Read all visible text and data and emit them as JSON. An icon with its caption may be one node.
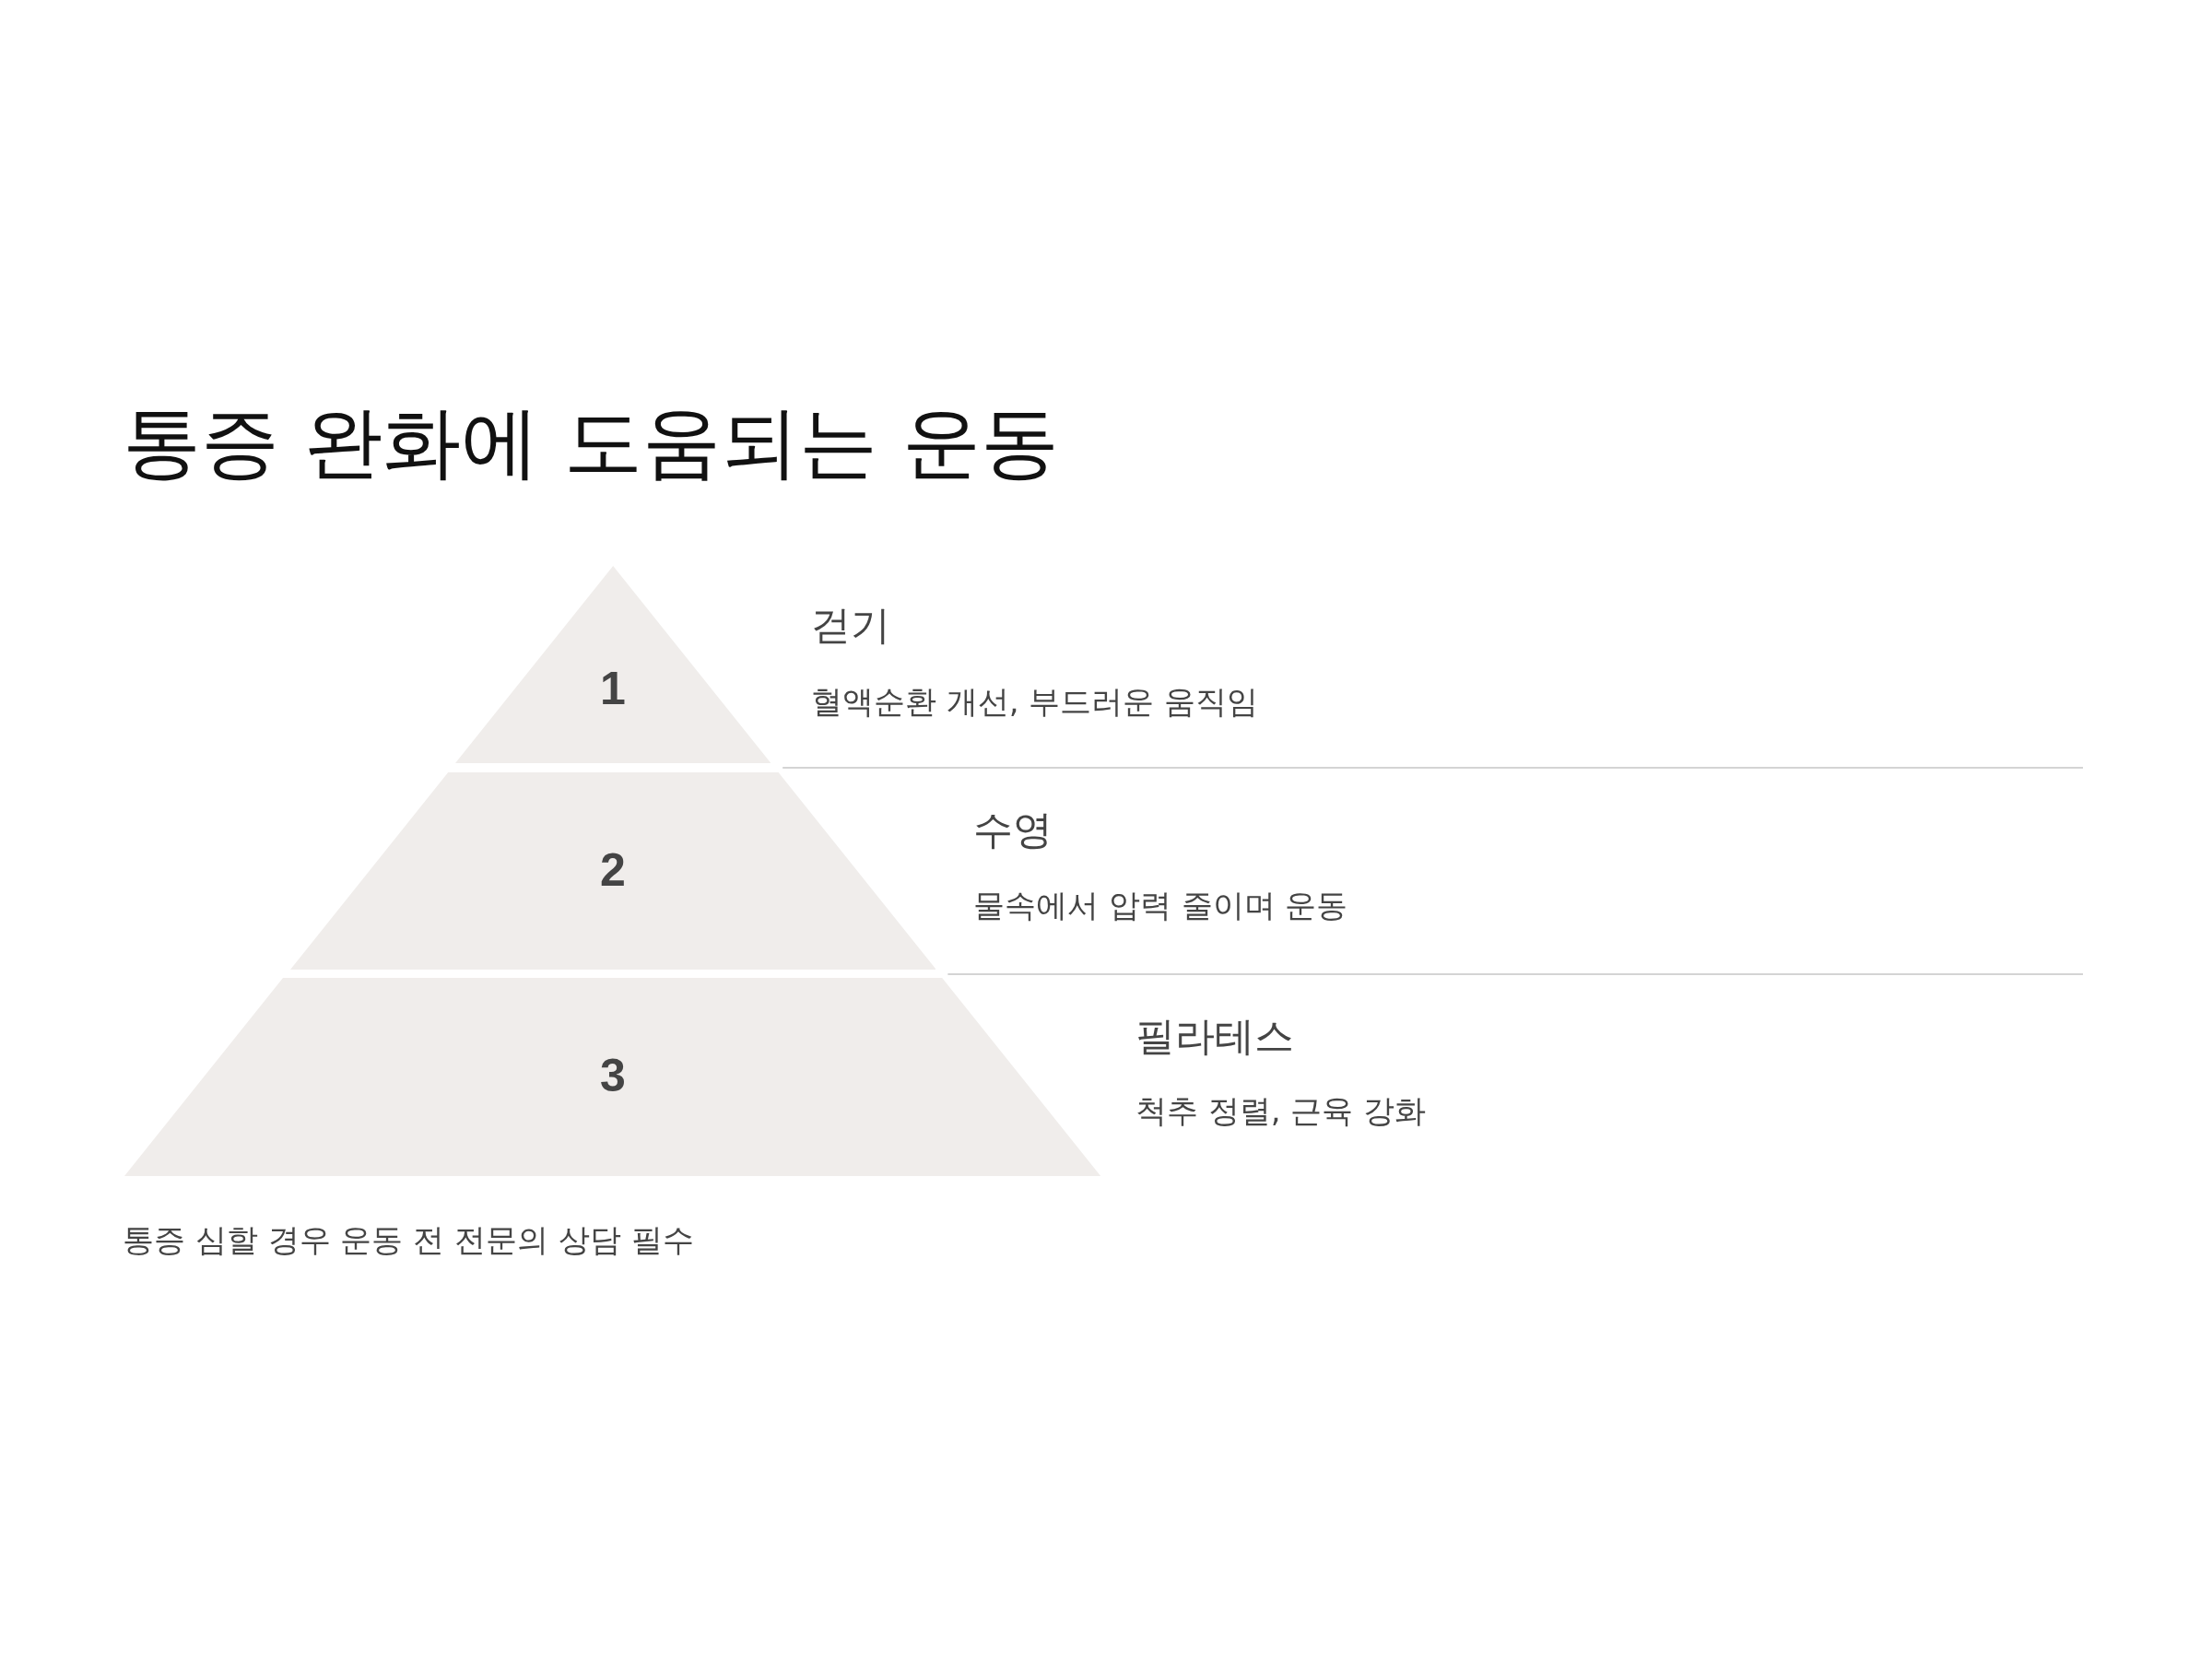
{
  "diagram": {
    "title": "통증 완화에 도움되는 운동",
    "nodes": [
      {
        "text": [
          "1"
        ],
        "beside": [
          "걷기",
          "혈액순환 개선, 부드러운 움직임"
        ]
      },
      {
        "text": [
          "2"
        ],
        "beside": [
          "수영",
          "물속에서 압력 줄이며 운동"
        ]
      },
      {
        "text": [
          "3"
        ],
        "beside": [
          "필라테스",
          "척추 정렬, 근육 강화"
        ]
      }
    ],
    "labels": [
      "통증 심할 경우 운동 전 전문의 상담 필수"
    ]
  }
}
